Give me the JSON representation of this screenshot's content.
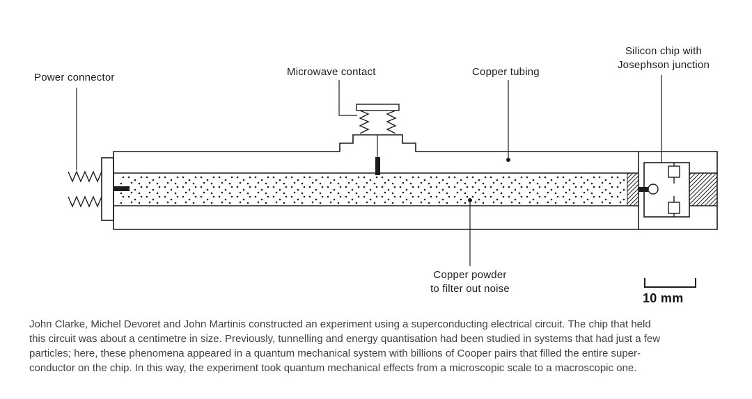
{
  "diagram": {
    "labels": {
      "power_connector": "Power connector",
      "microwave_contact": "Microwave contact",
      "copper_tubing": "Copper tubing",
      "silicon_chip": {
        "line1": "Silicon chip with",
        "line2": "Josephson junction"
      },
      "copper_powder": {
        "line1": "Copper powder",
        "line2": "to filter out noise"
      },
      "scale": "10 mm"
    }
  },
  "caption": {
    "lines": [
      "John Clarke, Michel Devoret and John Martinis constructed an experiment using a superconducting electrical circuit. The chip that held",
      "this circuit was about a centimetre in size. Previously, tunnelling and energy quantisation had been studied in systems that had just a few",
      "particles; here, these phenomena appeared in a quantum mechanical system with billions of Cooper pairs that filled the entire super-",
      "conductor on the chip. In this way, the experiment took quantum mechanical effects from a microscopic scale to a macroscopic one."
    ]
  },
  "colors": {
    "ink": "#1c1c1c",
    "caption_text": "#3f3f3f",
    "background": "#ffffff"
  }
}
